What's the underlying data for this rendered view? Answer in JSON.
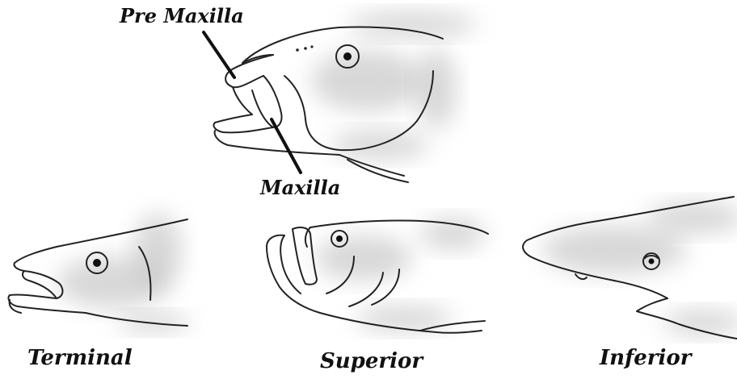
{
  "labels": {
    "pre_maxilla": "Pre Maxilla",
    "maxilla": "Maxilla",
    "terminal": "Terminal",
    "superior": "Superior",
    "inferior": "Inferior"
  },
  "colors": {
    "ink": "#111111",
    "shading": "#b8b8b8",
    "background": "#ffffff"
  }
}
